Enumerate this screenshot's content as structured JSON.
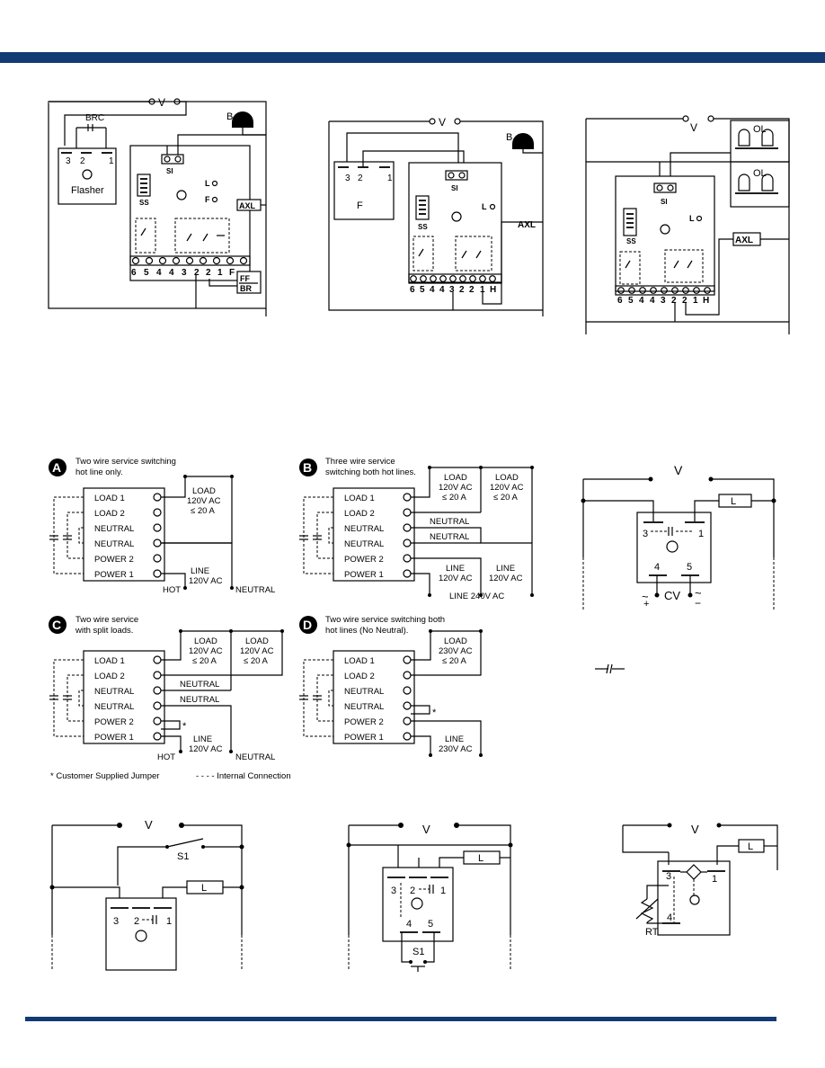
{
  "colors": {
    "band": "#123a73",
    "line": "#000000",
    "background": "#ffffff"
  },
  "top_diagrams": {
    "d1": {
      "v": "V",
      "brc": "BRC",
      "b": "B",
      "flasher": "Flasher",
      "si": "SI",
      "ss": "SS",
      "l": "L",
      "f": "F",
      "axl": "AXL",
      "ff": "FF",
      "br": "BR",
      "contacts_left": "3",
      "contacts_mid": "2",
      "contacts_right": "1",
      "terminals": [
        "6",
        "5",
        "4",
        "4",
        "3",
        "2",
        "2",
        "1",
        "F"
      ]
    },
    "d2": {
      "v": "V",
      "b": "B",
      "f": "F",
      "si": "SI",
      "ss": "SS",
      "l": "L",
      "axl": "AXL",
      "contacts_left": "3",
      "contacts_mid": "2",
      "contacts_right": "1",
      "terminals": [
        "6",
        "5",
        "4",
        "4",
        "3",
        "2",
        "2",
        "1",
        "H"
      ]
    },
    "d3": {
      "v": "V",
      "ol1": "OL",
      "ol2": "OL",
      "si": "SI",
      "ss": "SS",
      "l": "L",
      "axl": "AXL",
      "terminals": [
        "6",
        "5",
        "4",
        "4",
        "3",
        "2",
        "2",
        "1",
        "H"
      ]
    }
  },
  "wiring": {
    "terminal_labels": [
      "LOAD 1",
      "LOAD 2",
      "NEUTRAL",
      "NEUTRAL",
      "POWER 2",
      "POWER 1"
    ],
    "A": {
      "letter": "A",
      "caption_1": "Two wire service switching",
      "caption_2": "hot line only.",
      "load": [
        "LOAD",
        "120V AC",
        "≤ 20 A"
      ],
      "line": [
        "LINE",
        "120V AC"
      ],
      "hot": "HOT",
      "neutral": "NEUTRAL"
    },
    "B": {
      "letter": "B",
      "caption_1": "Three wire service",
      "caption_2": "switching both hot lines.",
      "load1": [
        "LOAD",
        "120V AC",
        "≤ 20 A"
      ],
      "load2": [
        "LOAD",
        "120V AC",
        "≤ 20 A"
      ],
      "neutral1": "NEUTRAL",
      "neutral2": "NEUTRAL",
      "line1": [
        "LINE",
        "120V AC"
      ],
      "line2": [
        "LINE",
        "120V AC"
      ],
      "line240": "LINE 240V AC"
    },
    "C": {
      "letter": "C",
      "caption_1": "Two wire service",
      "caption_2": "with split loads.",
      "load1": [
        "LOAD",
        "120V AC",
        "≤ 20 A"
      ],
      "load2": [
        "LOAD",
        "120V AC",
        "≤ 20 A"
      ],
      "neutral1": "NEUTRAL",
      "neutral2": "NEUTRAL",
      "line": [
        "LINE",
        "120V AC"
      ],
      "hot": "HOT",
      "neutral": "NEUTRAL",
      "star": "*"
    },
    "D": {
      "letter": "D",
      "caption_1": "Two wire service switching both",
      "caption_2": "hot lines (No Neutral).",
      "load": [
        "LOAD",
        "230V AC",
        "≤ 20 A"
      ],
      "line": [
        "LINE",
        "230V AC"
      ],
      "star": "*"
    },
    "legend_jumper": "* Customer Supplied Jumper",
    "legend_internal": "- - - - Internal Connection"
  },
  "cv_diagram": {
    "v": "V",
    "l": "L",
    "c3": "3",
    "c1": "1",
    "c4": "4",
    "c5": "5",
    "cv": "CV",
    "ac_left": "~",
    "plus": "+",
    "ac_right": "~",
    "minus": "−"
  },
  "bottom_diagrams": {
    "b1": {
      "v": "V",
      "s1": "S1",
      "l": "L",
      "c3": "3",
      "c2": "2",
      "c1": "1"
    },
    "b2": {
      "v": "V",
      "l": "L",
      "c3": "3",
      "c2": "2",
      "c1": "1",
      "c4": "4",
      "c5": "5",
      "s1": "S1"
    },
    "b3": {
      "v": "V",
      "l": "L",
      "c3": "3",
      "c1": "1",
      "c4": "4",
      "rt": "RT"
    }
  }
}
